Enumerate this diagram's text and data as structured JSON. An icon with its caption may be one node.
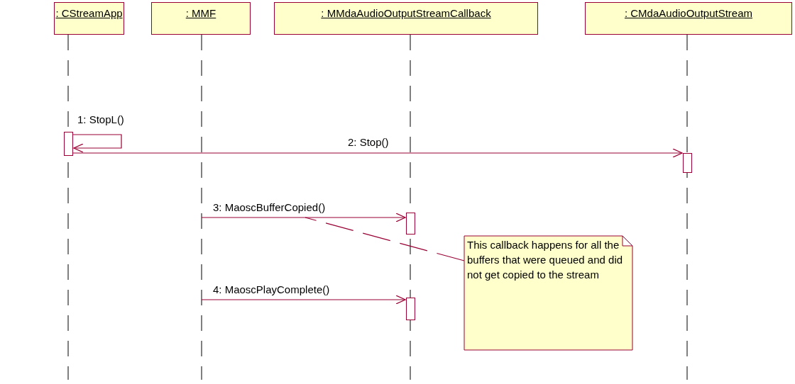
{
  "diagram": {
    "nodes": [
      {
        "text": [
          ": CStreamApp"
        ]
      },
      {
        "text": [
          ": MMF"
        ]
      },
      {
        "text": [
          ": MMdaAudioOutputStreamCallback"
        ]
      },
      {
        "text": [
          ": CMdaAudioOutputStream"
        ]
      },
      {
        "text": [],
        "shape": "bar"
      },
      {
        "text": [],
        "shape": "bar"
      },
      {
        "text": [],
        "shape": "bar"
      },
      {
        "text": [],
        "shape": "bar"
      },
      {
        "text": [
          "This callback happens for all the buffers that were queued and did not get copied to the stream"
        ]
      }
    ],
    "edges": [
      {
        "from": 4,
        "to": 4,
        "arrow": "to",
        "label": "1: StopL()"
      },
      {
        "from": 4,
        "to": 5,
        "arrow": "to",
        "label": "2: Stop()"
      },
      {
        "from": null,
        "to": 6,
        "arrow": "to",
        "label": "3: MaoscBufferCopied()"
      },
      {
        "from": null,
        "to": 7,
        "arrow": "to",
        "label": "4: MaoscPlayComplete()"
      },
      {
        "from": 8,
        "to": null,
        "arrow": "none",
        "style": "dashed"
      }
    ]
  }
}
